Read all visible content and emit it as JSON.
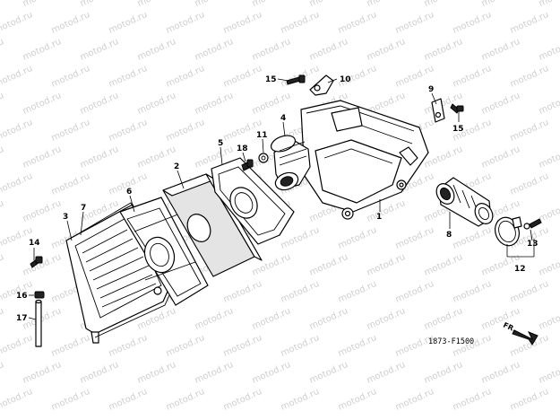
{
  "watermark_text": "motod.ru",
  "diagram_code": "1873-F1500",
  "direction_label": "FR.",
  "callouts": {
    "c1": "1",
    "c2": "2",
    "c3": "3",
    "c4": "4",
    "c5": "5",
    "c6": "6",
    "c7": "7",
    "c8": "8",
    "c9": "9",
    "c10": "10",
    "c11": "11",
    "c12": "12",
    "c13": "13",
    "c14": "14",
    "c15a": "15",
    "c15b": "15",
    "c16": "16",
    "c17": "17",
    "c18": "18"
  }
}
